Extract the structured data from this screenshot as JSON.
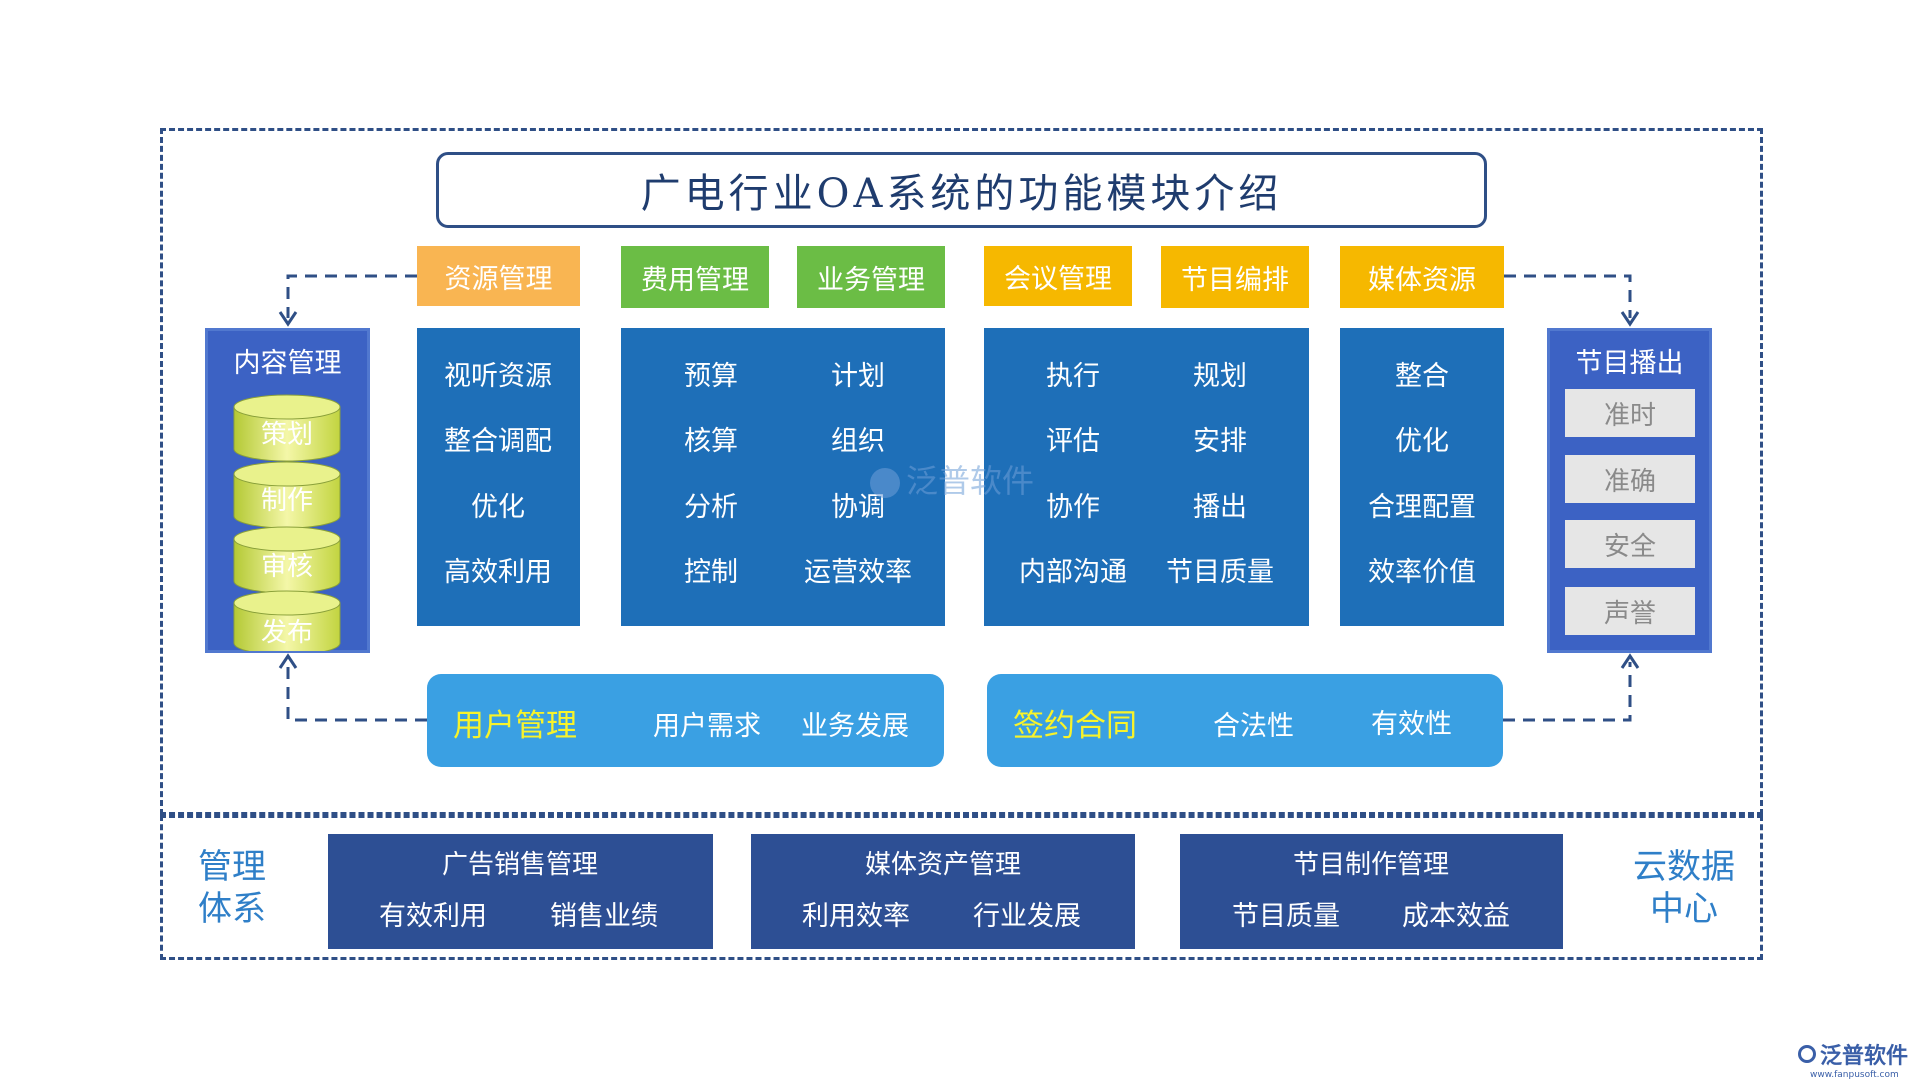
{
  "title": "广电行业OA系统的功能模块介绍",
  "watermark": "泛普软件",
  "logo": {
    "name": "泛普软件",
    "url": "www.fanpusoft.com"
  },
  "colors": {
    "orange": "#f9b552",
    "green": "#6bbd45",
    "yellow": "#f6b800",
    "panel_blue": "#1e6fb8",
    "side_blue": "#3c62c4",
    "pill_blue": "#3aa0e3",
    "bottom_blue": "#2d4f94",
    "frame": "#2f4f86"
  },
  "modules": {
    "resource": {
      "tag": "资源管理",
      "items": [
        "视听资源",
        "整合调配",
        "优化",
        "高效利用"
      ]
    },
    "cost": {
      "tag": "费用管理",
      "items": [
        "预算",
        "核算",
        "分析",
        "控制"
      ]
    },
    "business": {
      "tag": "业务管理",
      "items": [
        "计划",
        "组织",
        "协调",
        "运营效率"
      ]
    },
    "meeting": {
      "tag": "会议管理",
      "items": [
        "执行",
        "评估",
        "协作",
        "内部沟通"
      ]
    },
    "program": {
      "tag": "节目编排",
      "items": [
        "规划",
        "安排",
        "播出",
        "节目质量"
      ]
    },
    "media": {
      "tag": "媒体资源",
      "items": [
        "整合",
        "优化",
        "合理配置",
        "效率价值"
      ]
    }
  },
  "content_mgmt": {
    "title": "内容管理",
    "items": [
      "策划",
      "制作",
      "审核",
      "发布"
    ]
  },
  "broadcast": {
    "title": "节目播出",
    "items": [
      "准时",
      "准确",
      "安全",
      "声誉"
    ]
  },
  "user_mgmt": {
    "title": "用户管理",
    "items": [
      "用户需求",
      "业务发展"
    ]
  },
  "contract": {
    "title": "签约合同",
    "items": [
      "合法性",
      "有效性"
    ]
  },
  "mgmt_system": {
    "line1": "管理",
    "line2": "体系"
  },
  "cloud_center": {
    "line1": "云数据",
    "line2": "中心"
  },
  "bottom": [
    {
      "title": "广告销售管理",
      "items": [
        "有效利用",
        "销售业绩"
      ]
    },
    {
      "title": "媒体资产管理",
      "items": [
        "利用效率",
        "行业发展"
      ]
    },
    {
      "title": "节目制作管理",
      "items": [
        "节目质量",
        "成本效益"
      ]
    }
  ]
}
